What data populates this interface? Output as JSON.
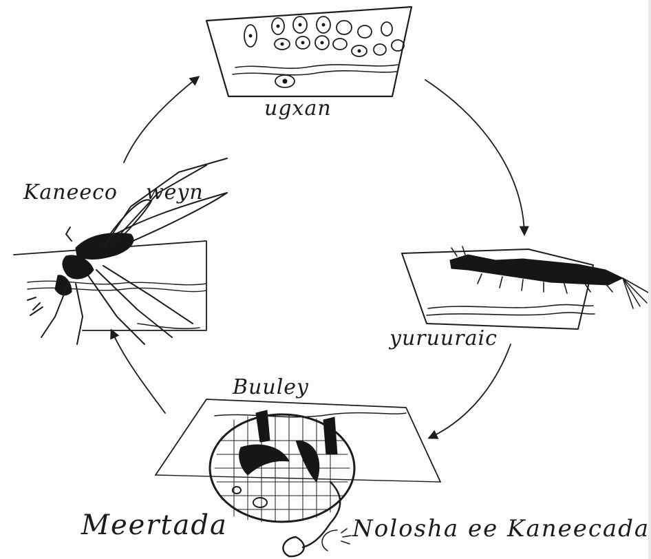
{
  "stages": {
    "eggs": "ugxan",
    "larva": "yuruuraic",
    "pupa": "Buuley",
    "adult_1": "Kaneeco",
    "adult_2": "weyn"
  },
  "caption": {
    "part_1": "Meertada",
    "part_2": "Nolosha ee Kaneecada"
  },
  "colors": {
    "ink": "#1c1c1c",
    "paper": "#fdfdfb"
  }
}
